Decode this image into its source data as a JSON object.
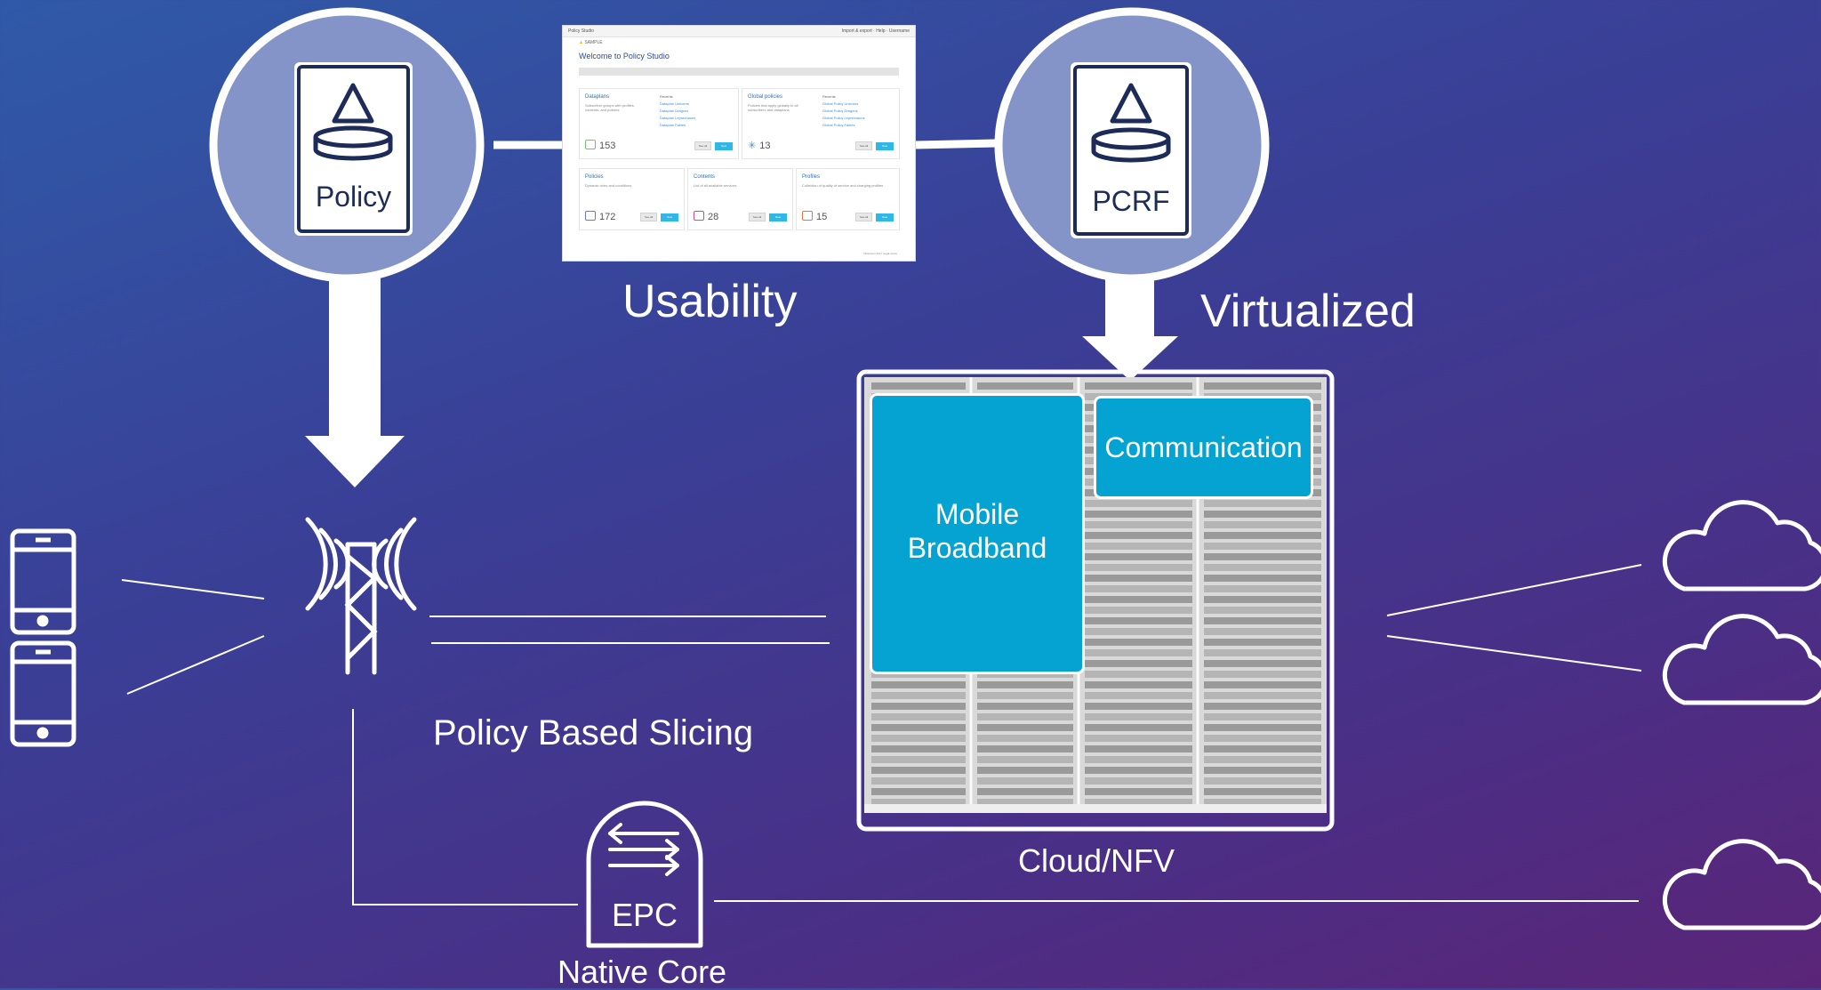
{
  "labels": {
    "usability": "Usability",
    "virtualized": "Virtualized",
    "policy_based_slicing": "Policy Based Slicing",
    "cloud_nfv": "Cloud/NFV",
    "native_core": "Native Core"
  },
  "nodes": {
    "policy": "Policy",
    "pcrf": "PCRF",
    "epc": "EPC"
  },
  "slices": {
    "mobile_broadband_line1": "Mobile",
    "mobile_broadband_line2": "Broadband",
    "communication": "Communication"
  },
  "screenshot": {
    "app_title": "Policy Studio",
    "topbar_right": "Import & export ·  Help ·  Username",
    "breadcrumb": "SAMPLE",
    "welcome": "Welcome to Policy Studio",
    "cards": [
      {
        "title": "Dataplans",
        "desc": "Subscriber groups with profiles, contents, and policies",
        "recent_title": "Recents",
        "recent": [
          "Dataplan Unicorns",
          "Dataplan Dragons",
          "Dataplan Leprechauns",
          "Dataplan Fairies"
        ],
        "count": "153",
        "see_all": "See all",
        "new": "New"
      },
      {
        "title": "Global policies",
        "desc": "Policies that apply globally to all subscribers and dataplans",
        "recent_title": "Recents",
        "recent": [
          "Global Policy Unicorns",
          "Global Policy Dragons",
          "Global Policy Leprechauns",
          "Global Policy Fairies"
        ],
        "count": "13",
        "see_all": "See all",
        "new": "New"
      },
      {
        "title": "Policies",
        "desc": "Dynamic rules and conditions",
        "count": "172",
        "see_all": "See all",
        "new": "New"
      },
      {
        "title": "Contents",
        "desc": "List of all available services",
        "count": "28",
        "see_all": "See all",
        "new": "New"
      },
      {
        "title": "Profiles",
        "desc": "Collection of quality of service and charging profiles",
        "count": "15",
        "see_all": "See all",
        "new": "New"
      }
    ],
    "footer": "©Ericsson 2017     Legal notice"
  },
  "colors": {
    "slice_fill": "#05a3d1",
    "line": "#ffffff",
    "circle_fill": "#8494c8"
  },
  "icons": [
    "policy-server-icon",
    "pcrf-server-icon",
    "radio-tower-icon",
    "phone-icon",
    "cloud-icon",
    "epc-router-icon",
    "server-rack"
  ]
}
